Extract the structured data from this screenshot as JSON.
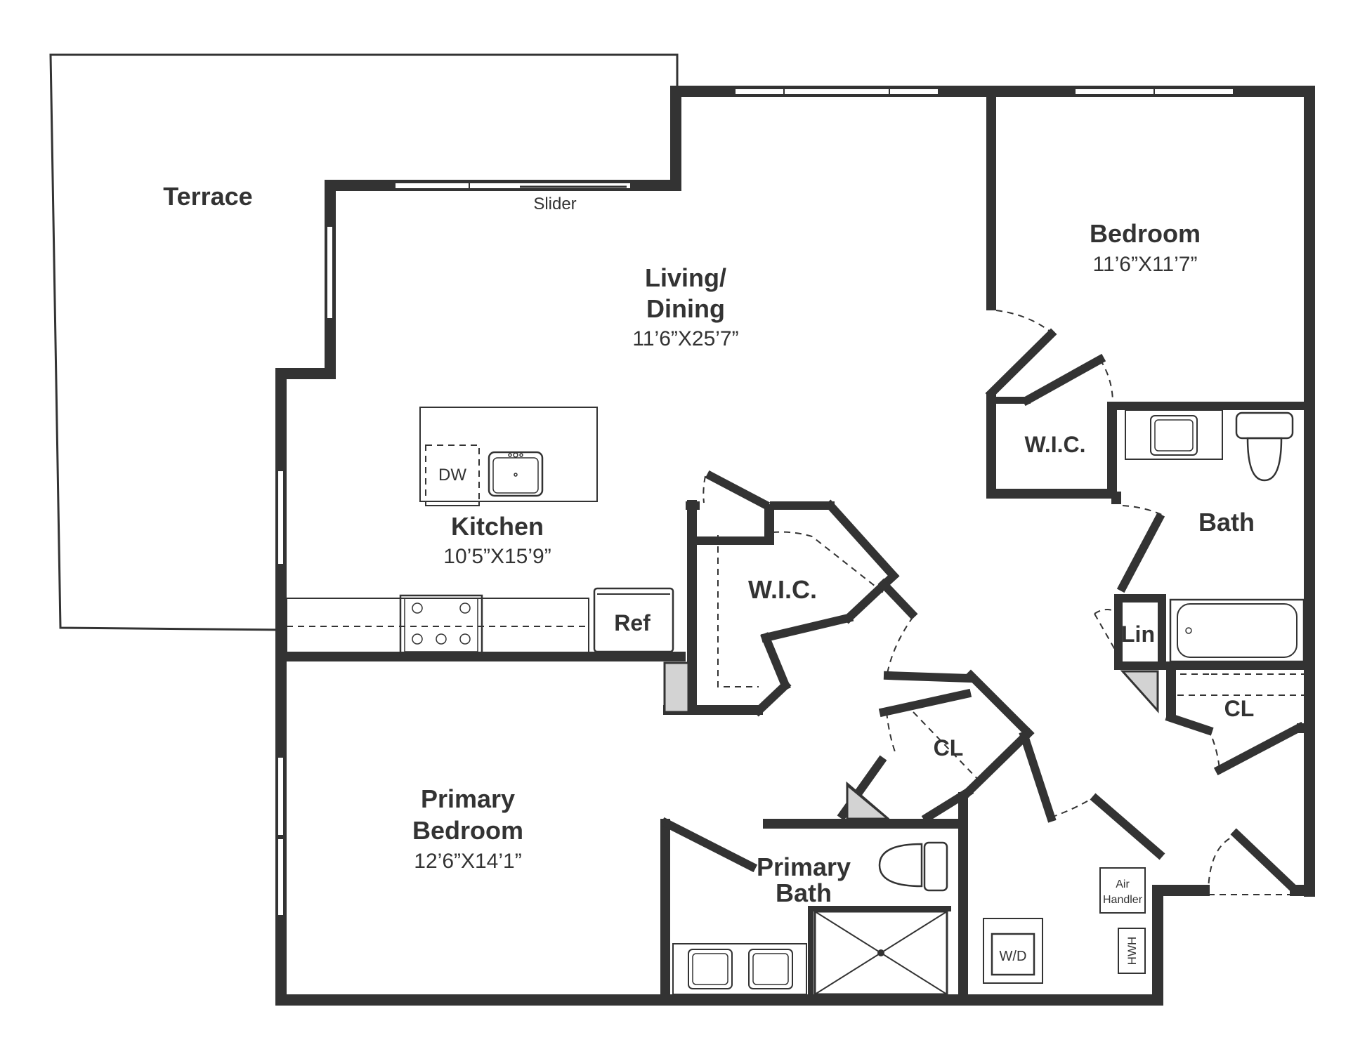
{
  "plan": {
    "rooms": {
      "terrace": {
        "name": "Terrace"
      },
      "slider": {
        "name": "Slider"
      },
      "living": {
        "name_line1": "Living/",
        "name_line2": "Dining",
        "size": "11’6”X25’7”"
      },
      "bedroom": {
        "name": "Bedroom",
        "size": "11’6”X11’7”"
      },
      "kitchen": {
        "name": "Kitchen",
        "size": "10’5”X15’9”"
      },
      "wic_bedroom": {
        "name": "W.I.C."
      },
      "wic_primary": {
        "name": "W.I.C."
      },
      "bath": {
        "name": "Bath"
      },
      "linen": {
        "name": "Lin"
      },
      "closet_hall": {
        "name": "CL"
      },
      "closet_primary": {
        "name": "CL"
      },
      "primary_bedroom": {
        "name_line1": "Primary",
        "name_line2": "Bedroom",
        "size": "12’6”X14’1”"
      },
      "primary_bath": {
        "name_line1": "Primary",
        "name_line2": "Bath"
      }
    },
    "fixtures": {
      "dishwasher": "DW",
      "refrigerator": "Ref",
      "washer_dryer": "W/D",
      "air_handler_line1": "Air",
      "air_handler_line2": "Handler",
      "water_heater": "HWH"
    },
    "colors": {
      "wall": "#333333",
      "shaft": "#d3d3d3",
      "background": "#ffffff"
    }
  }
}
